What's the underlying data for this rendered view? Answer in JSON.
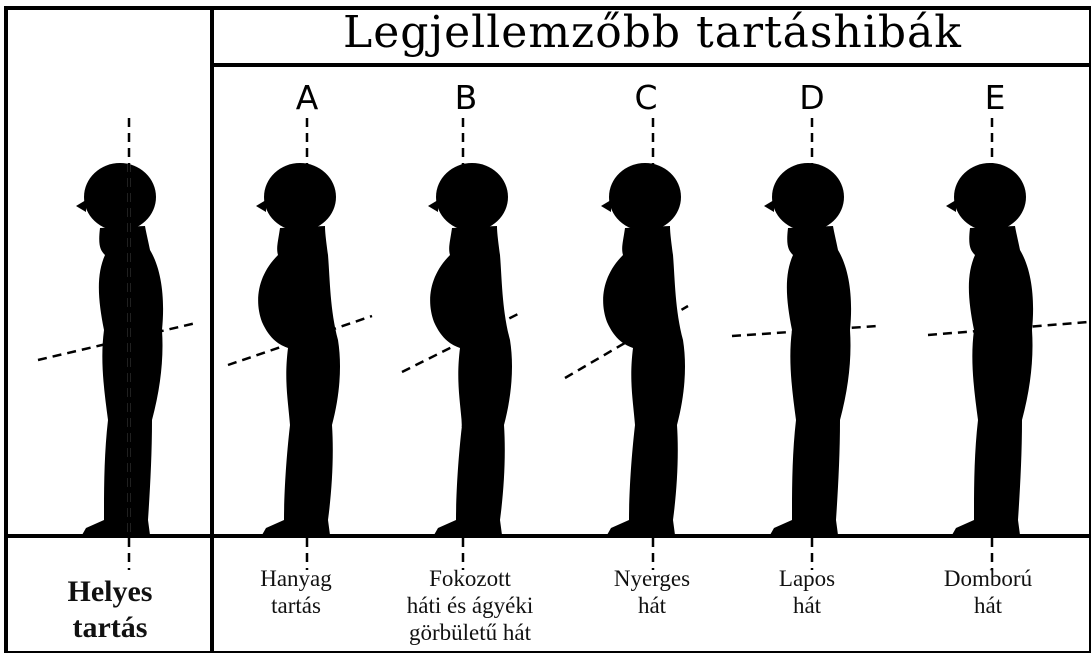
{
  "title": "Legjellemzőbb tartáshibák",
  "correct": {
    "line1": "Helyes",
    "line2": "tartás"
  },
  "columns": [
    {
      "letter": "A",
      "line1": "Hanyag",
      "line2": "tartás",
      "line3": ""
    },
    {
      "letter": "B",
      "line1": "Fokozott",
      "line2": "háti és ágyéki",
      "line3": "görbületű hát"
    },
    {
      "letter": "C",
      "line1": "Nyerges",
      "line2": "hát",
      "line3": ""
    },
    {
      "letter": "D",
      "line1": "Lapos",
      "line2": "hát",
      "line3": ""
    },
    {
      "letter": "E",
      "line1": "Domború",
      "line2": "hát",
      "line3": ""
    }
  ]
}
